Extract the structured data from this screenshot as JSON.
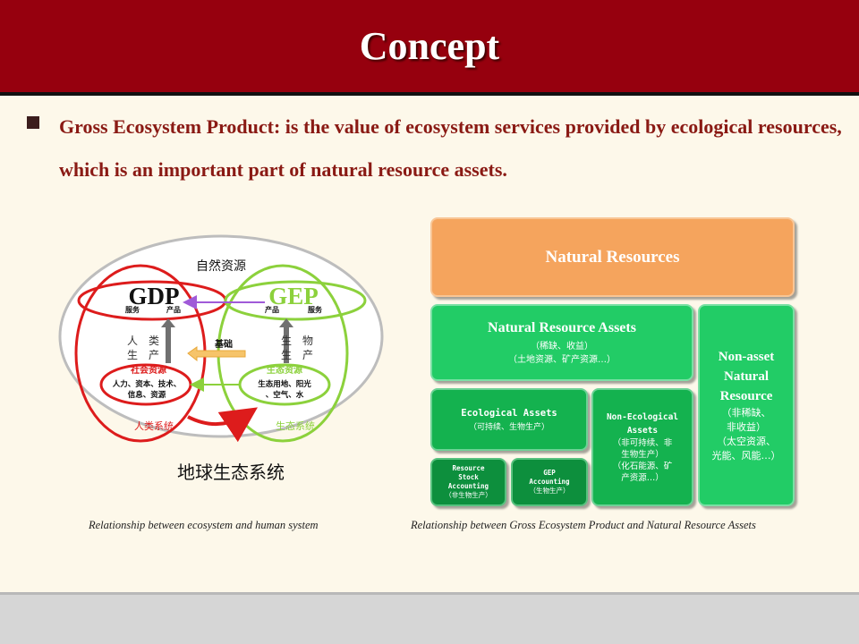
{
  "slide": {
    "title": "Concept"
  },
  "bullet": {
    "text": "Gross Ecosystem Product: is the value of ecosystem services provided by ecological resources, which is an important part of natural resource assets."
  },
  "left_diagram": {
    "top_label": "自然资源",
    "gdp": "GDP",
    "gep": "GEP",
    "gdp_service": "服务",
    "gdp_product": "产品",
    "gep_product": "产品",
    "gep_service": "服务",
    "human_production": [
      "人　类",
      "生　产"
    ],
    "bio_production": [
      "生　物",
      "生　产"
    ],
    "foundation": "基础",
    "social_resources": "社会资源",
    "social_items": [
      "人力、资本、技术、",
      "信息、资源"
    ],
    "eco_resources": "生态资源",
    "eco_items": [
      "生态用地、阳光",
      "、空气、水"
    ],
    "human_system": "人类系统",
    "eco_system": "生态系统",
    "earth_system": "地球生态系统",
    "colors": {
      "red": "#dd1c1c",
      "green": "#8cd13c",
      "purple": "#a05ad8",
      "gray_outline": "#bdbdbd"
    }
  },
  "right_diagram": {
    "natural_resources": "Natural Resources",
    "nra": {
      "title": "Natural Resource Assets",
      "line1": "（稀缺、收益）",
      "line2": "（土地资源、矿产资源…）"
    },
    "non_asset": {
      "title_lines": [
        "Non-asset",
        "Natural",
        "Resource"
      ],
      "sub_lines": [
        "（非稀缺、",
        "非收益）",
        "（太空资源、",
        "光能、风能…）"
      ]
    },
    "ecological_assets": {
      "title": "Ecological Assets",
      "sub": "（可持续、生物生产）"
    },
    "non_ecological_assets": {
      "title_lines": [
        "Non-Ecological",
        "Assets"
      ],
      "sub_lines": [
        "（非可持续、非",
        "生物生产）",
        "（化石能源、矿",
        "产资源…）"
      ]
    },
    "resource_stock": {
      "title_lines": [
        "Resource",
        "Stock",
        "Accounting"
      ],
      "sub": "（非生物生产）"
    },
    "gep_accounting": {
      "title_lines": [
        "GEP",
        "Accounting"
      ],
      "sub": "（生物生产）"
    },
    "colors": {
      "orange": "#f5a45d",
      "green_light": "#22cc66",
      "green_dark": "#0d8f3d"
    }
  },
  "captions": {
    "left": "Relationship between ecosystem and human system",
    "right": "Relationship between Gross Ecosystem Product  and Natural Resource Assets"
  }
}
